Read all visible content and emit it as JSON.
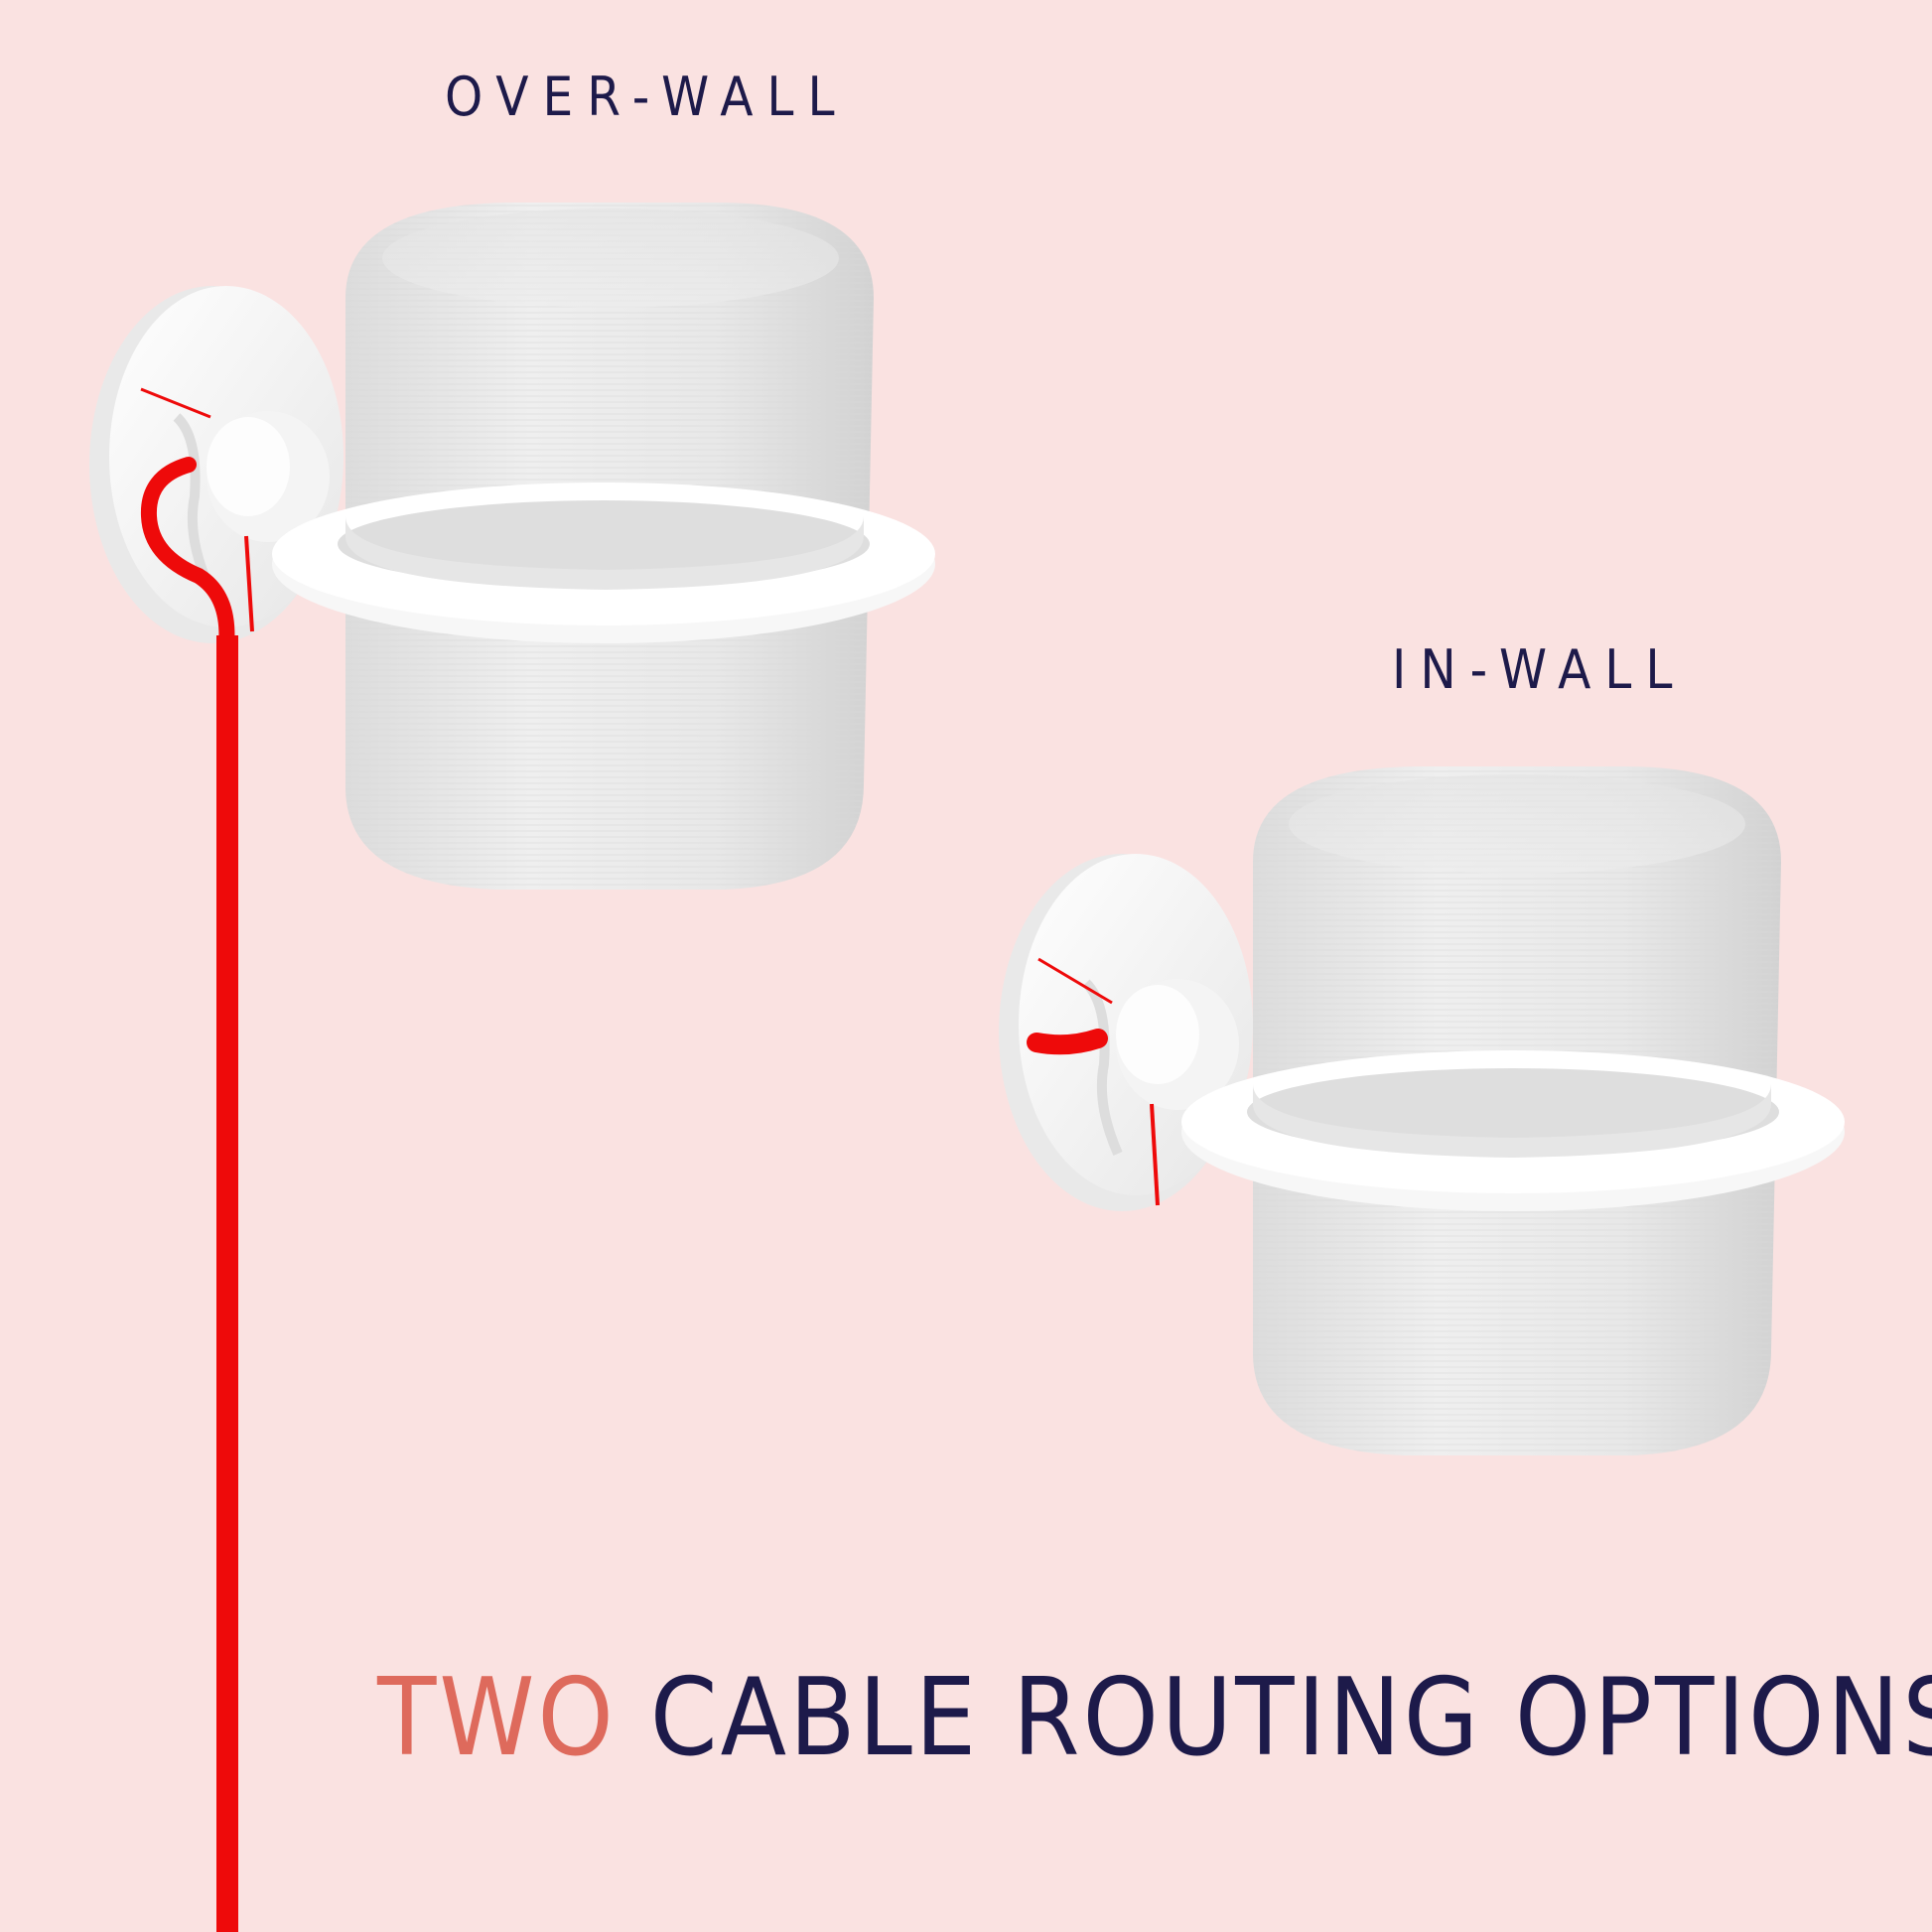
{
  "labels": {
    "over_wall": "OVER-WALL",
    "in_wall": "IN-WALL"
  },
  "headline": {
    "accent": "TWO",
    "rest": "CABLE ROUTING OPTIONS"
  },
  "colors": {
    "background": "#fae2e1",
    "text": "#1d1a4a",
    "accent": "#de6a5c",
    "cable": "#ee0a0a",
    "speaker": "#ebebeb",
    "mount": "#f2f2f2"
  }
}
